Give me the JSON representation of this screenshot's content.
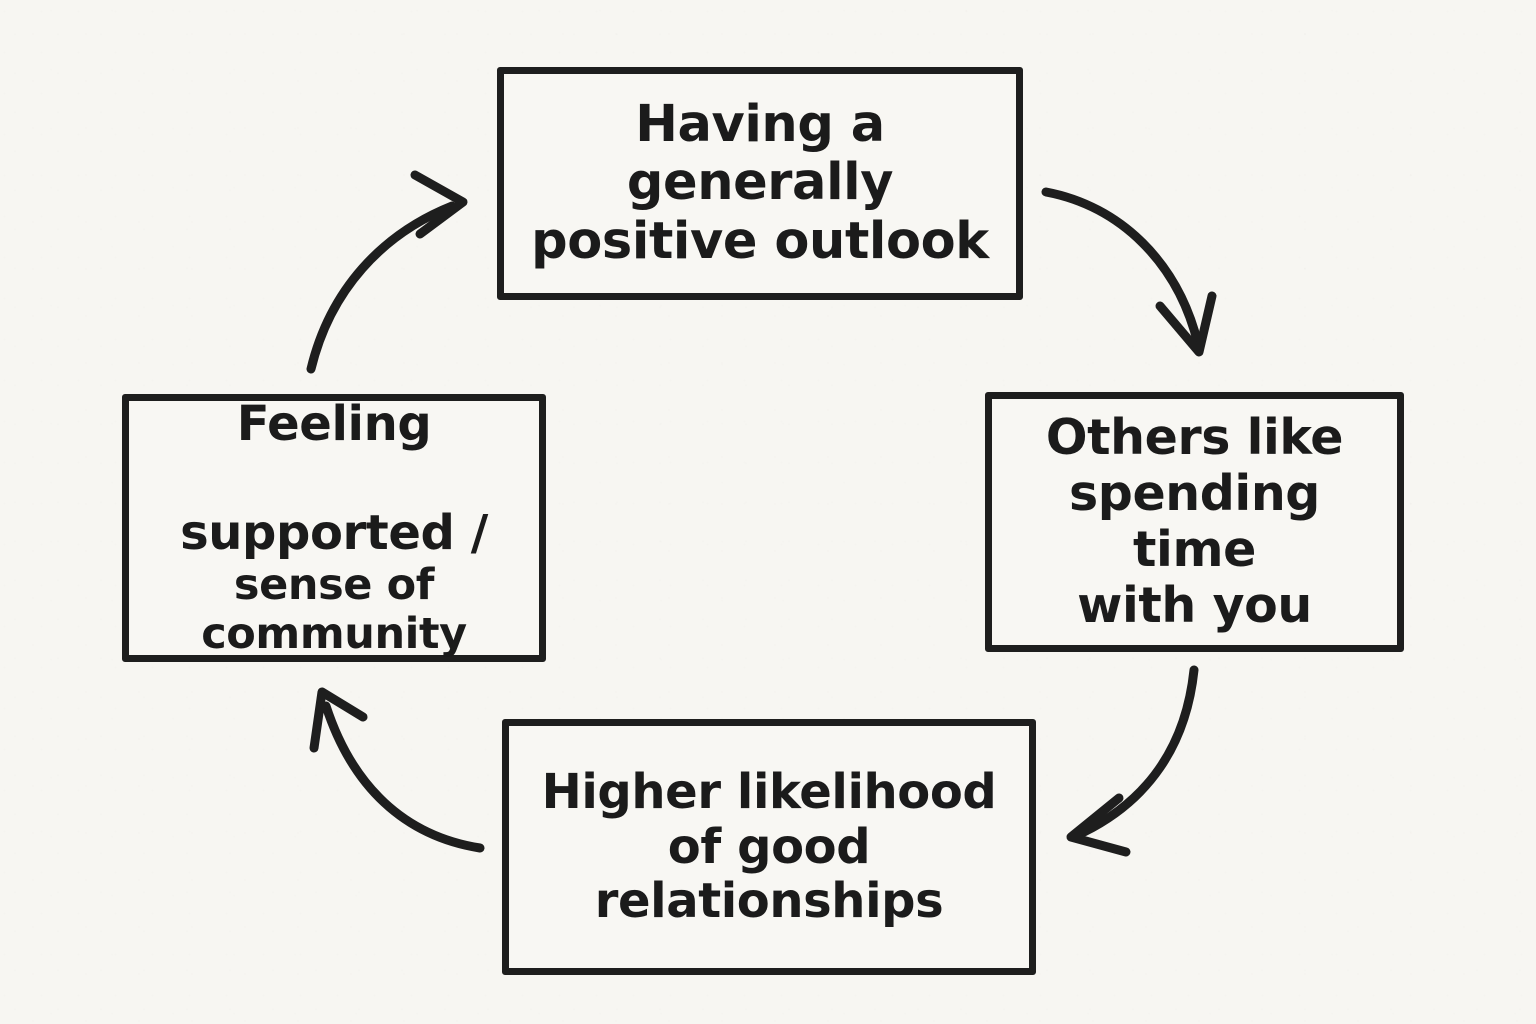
{
  "diagram": {
    "type": "cycle",
    "title": "",
    "background_color": "#f7f6f2",
    "stroke_color": "#1e1e1e",
    "nodes": [
      {
        "id": "positive-outlook",
        "label": "Having a generally\npositive outlook",
        "position": "top"
      },
      {
        "id": "others-like",
        "label": "Others like\nspending time\nwith you",
        "position": "right"
      },
      {
        "id": "good-relationships",
        "label": "Higher likelihood\nof good\nrelationships",
        "position": "bottom"
      },
      {
        "id": "feeling-supported",
        "line_1": "Feeling",
        "line_2": "supported /",
        "line_3": "sense of community",
        "position": "left"
      }
    ],
    "arrows": [
      {
        "id": "arrow-top-to-right",
        "from": "positive-outlook",
        "to": "others-like",
        "direction": "clockwise"
      },
      {
        "id": "arrow-right-to-bottom",
        "from": "others-like",
        "to": "good-relationships",
        "direction": "clockwise"
      },
      {
        "id": "arrow-bottom-to-left",
        "from": "good-relationships",
        "to": "feeling-supported",
        "direction": "clockwise"
      },
      {
        "id": "arrow-left-to-top",
        "from": "feeling-supported",
        "to": "positive-outlook",
        "direction": "clockwise"
      }
    ]
  }
}
